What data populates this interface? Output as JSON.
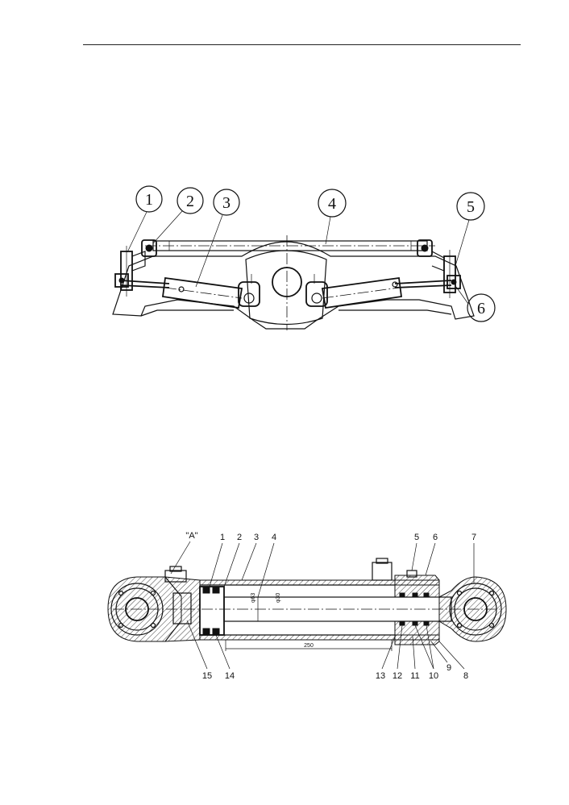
{
  "figure1": {
    "callouts": [
      "1",
      "2",
      "3",
      "4",
      "5",
      "6"
    ]
  },
  "figure2": {
    "view_label": "\"A\"",
    "top_numbers": [
      "1",
      "2",
      "3",
      "4",
      "5",
      "6",
      "7"
    ],
    "bottom_numbers": [
      "15",
      "14",
      "13",
      "12",
      "11",
      "10",
      "9",
      "8"
    ],
    "dim_stroke": "250",
    "dim_bore": "φ63",
    "dim_rod": "φ30"
  }
}
